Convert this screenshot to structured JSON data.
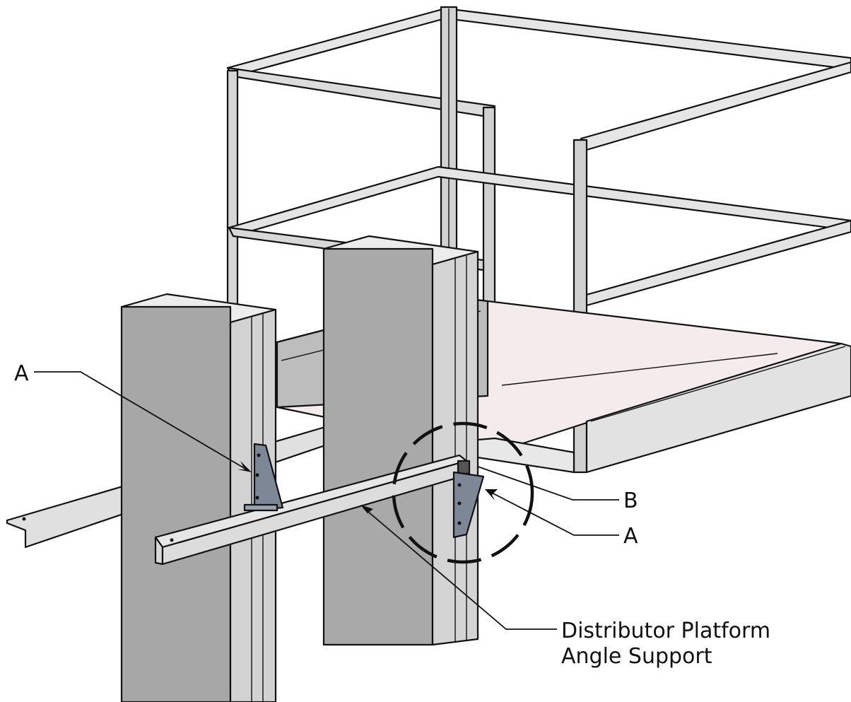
{
  "labels": {
    "a_left": "A",
    "a_right": "A",
    "b": "B",
    "part_line1": "Distributor Platform",
    "part_line2": "Angle Support"
  },
  "colors": {
    "steel_light": "#e3e3e3",
    "steel_mid": "#c9c9c9",
    "steel_dark": "#a9a9a9",
    "bracket": "#7d8796",
    "floor_tint": "#f4ecec",
    "line": "#111111"
  }
}
